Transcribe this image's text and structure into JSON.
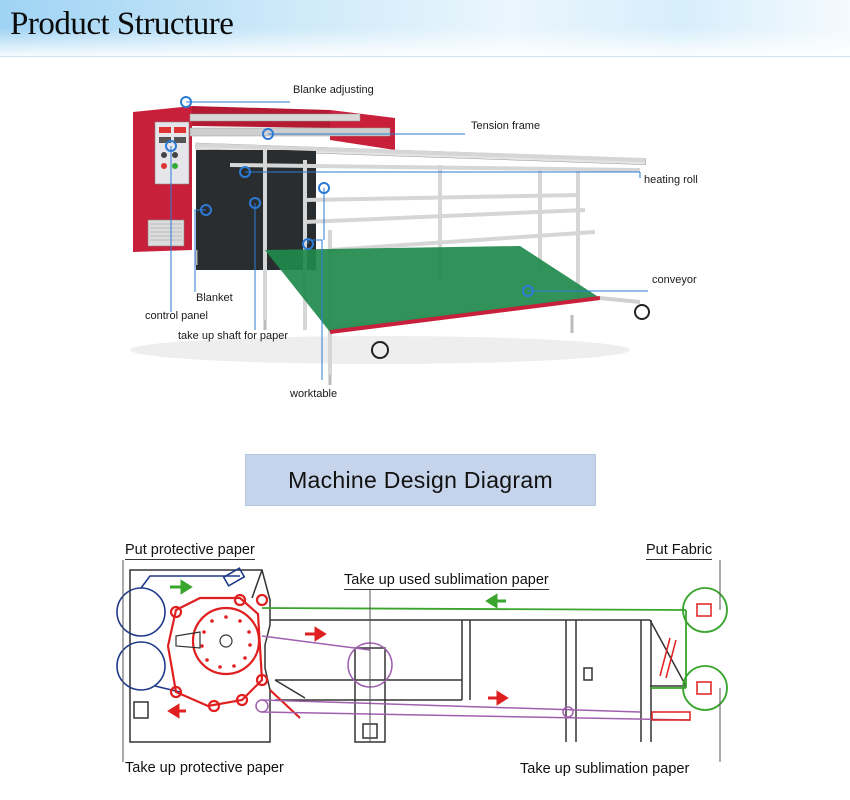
{
  "header": {
    "title": "Product Structure"
  },
  "photo_callouts": {
    "blanket_adjusting": "Blanke adjusting",
    "tension_frame": "Tension frame",
    "heating_roll": "heating roll",
    "conveyor": "conveyor",
    "blanket": "Blanket",
    "control_panel": "control panel",
    "take_up_shaft": "take up shaft for paper",
    "worktable": "worktable"
  },
  "diagram_title": "Machine Design Diagram",
  "diagram_labels": {
    "put_protective_paper": "Put protective paper",
    "put_fabric": "Put Fabric",
    "take_up_used_sublimation": "Take up used sublimation paper",
    "take_up_protective": "Take up protective paper",
    "take_up_sublimation": "Take up sublimation paper"
  },
  "colors": {
    "protective_paper": "#1f3a8a",
    "blanket_path": "#e02020",
    "fabric_path": "#3aa52c",
    "sublimation_path": "#a060b0",
    "machine_body": "#c8203a",
    "conveyor_belt": "#1f8a4c",
    "callout_marker": "#2b7bd6"
  }
}
